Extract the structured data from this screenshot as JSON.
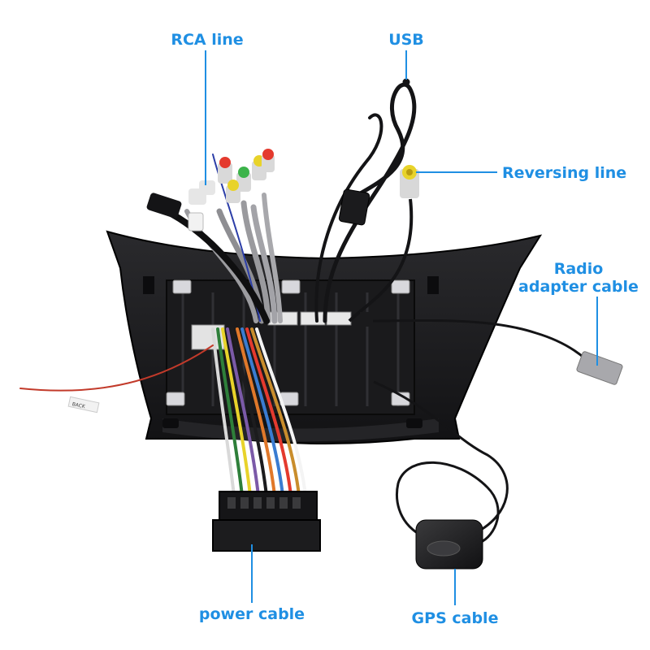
{
  "labels": {
    "rca_line": "RCA line",
    "usb": "USB",
    "reversing_line": "Reversing line",
    "radio_adapter_line1": "Radio",
    "radio_adapter_line2": "adapter cable",
    "power_cable": "power cable",
    "gps_cable": "GPS cable"
  },
  "wire_tag": "BACK",
  "colors": {
    "label_text": "#1f8fe3",
    "pointer_line": "#1f8fe3",
    "frame": "#1c1c1e",
    "background": "#ffffff"
  }
}
